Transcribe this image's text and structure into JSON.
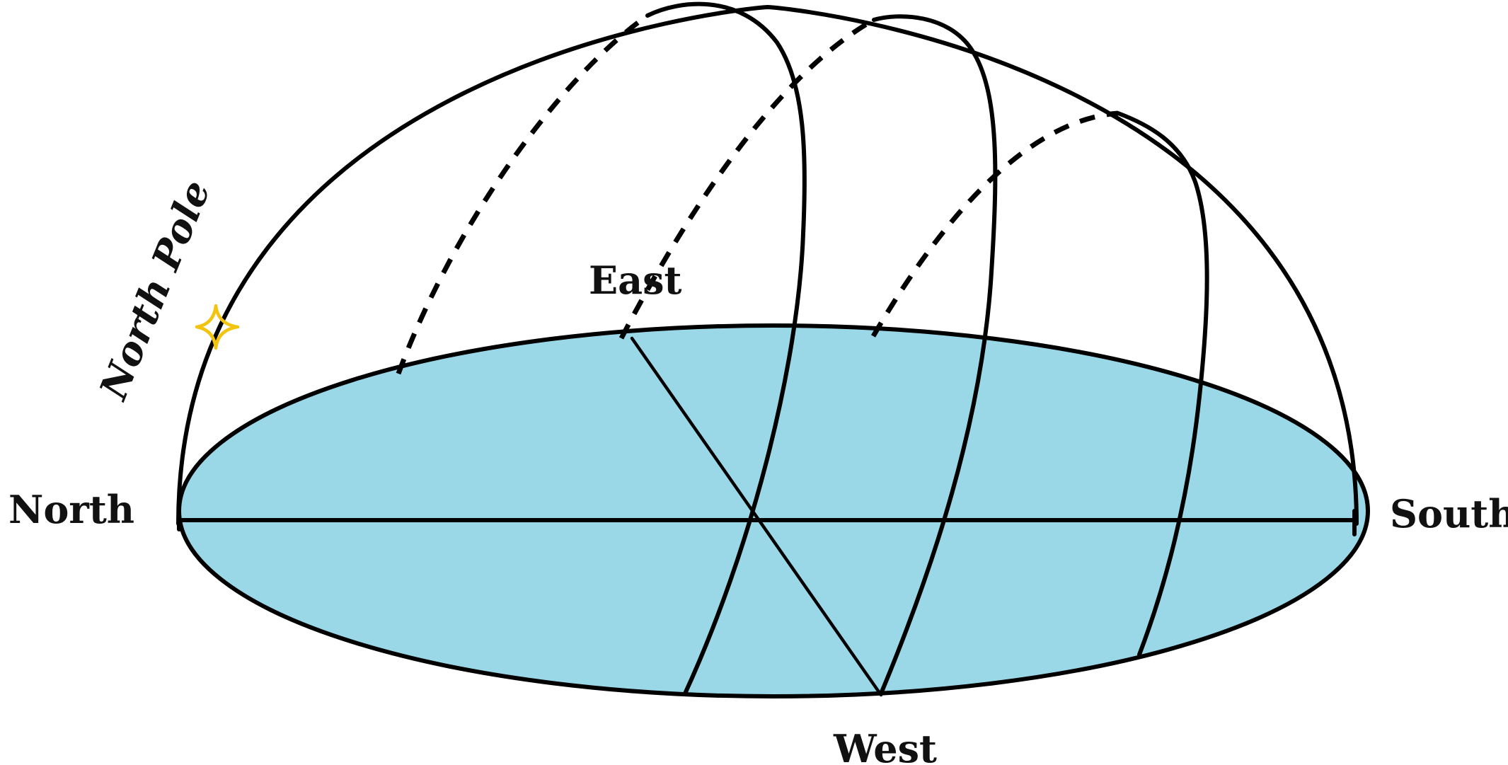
{
  "labels": {
    "north": "North",
    "south": "South",
    "east": "East",
    "west": "West",
    "north_pole": "North Pole"
  },
  "colors": {
    "horizon_fill": "#9ad8e8",
    "stroke": "#000000",
    "star": "#f2c40f",
    "label": "#111111"
  },
  "icons": {
    "star": "four-point-star-icon"
  }
}
